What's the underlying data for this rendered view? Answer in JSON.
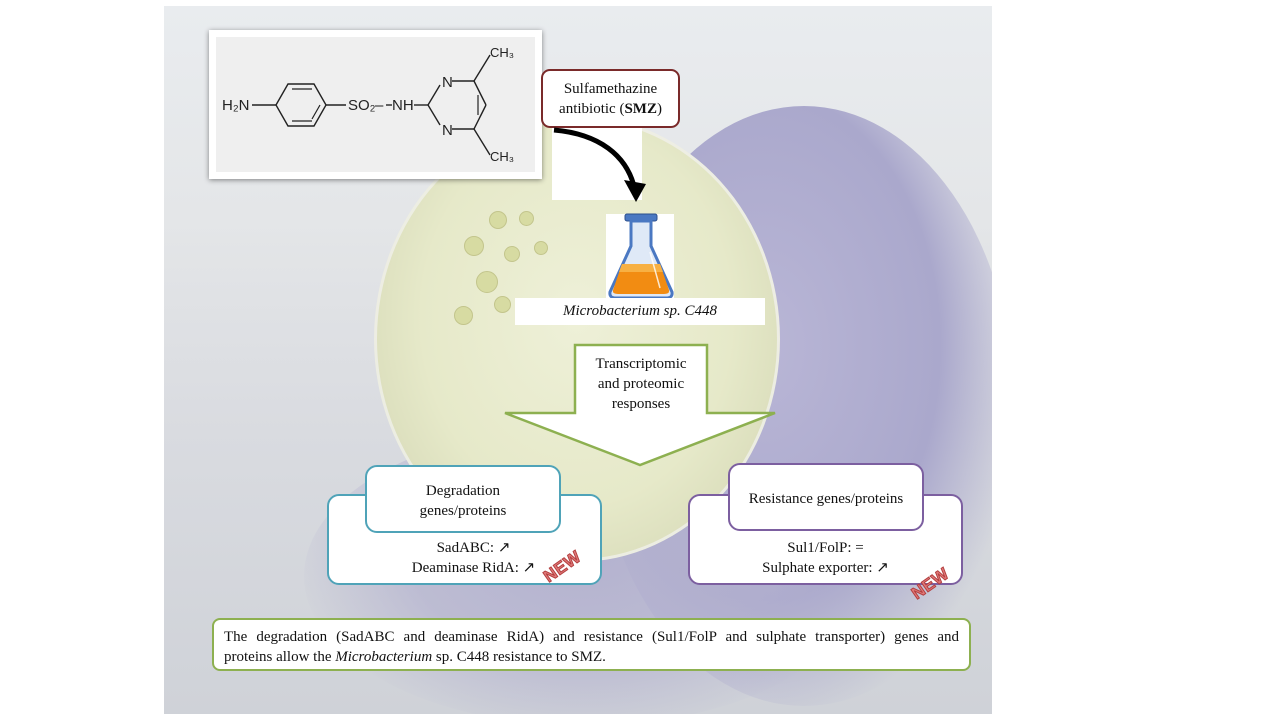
{
  "structure": {
    "amine": "H₂N",
    "sulfonyl": "SO₂",
    "nh": "NH",
    "n_top": "N",
    "n_bottom": "N",
    "ch3_top": "CH₃",
    "ch3_bottom": "CH₃"
  },
  "antibiotic": {
    "line1": "Sulfamethazine",
    "line2": "antibiotic",
    "abbr": "SMZ"
  },
  "strain": {
    "genus": "Microbacterium sp. C448"
  },
  "responses": {
    "line1": "Transcriptomic",
    "line2": "and proteomic",
    "line3": "responses"
  },
  "degradation": {
    "title_line1": "Degradation",
    "title_line2": "genes/proteins",
    "item1": "SadABC: ↗",
    "item2": "Deaminase RidA: ↗",
    "badge": "NEW"
  },
  "resistance": {
    "title": "Resistance genes/proteins",
    "item1": "Sul1/FolP: =",
    "item2": "Sulphate exporter: ↗",
    "badge": "NEW"
  },
  "summary": {
    "line1": "The degradation (SadABC and deaminase RidA) and resistance (Sul1/FolP and sulphate transporter) genes and",
    "line2_before": "proteins allow the ",
    "line2_italic": "Microbacterium",
    "line2_after": " sp. C448 resistance to SMZ."
  },
  "colors": {
    "antibiotic_border": "#7a2a2a",
    "degradation_border": "#4fa3b8",
    "resistance_border": "#7c5fa0",
    "arrow_border": "#8db050",
    "summary_border": "#8db050",
    "new_badge": "#e07878"
  }
}
